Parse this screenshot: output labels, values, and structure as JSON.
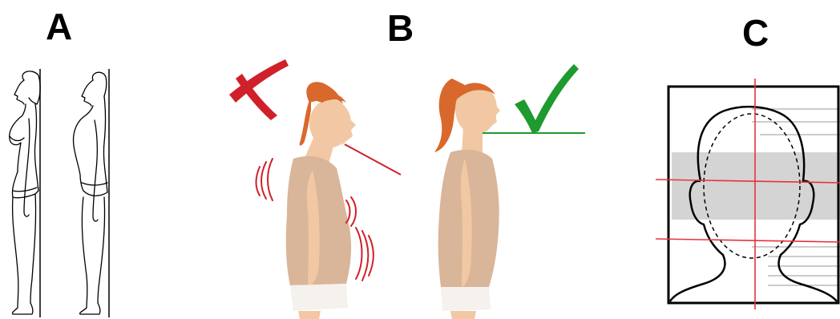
{
  "panels": [
    {
      "label": "A"
    },
    {
      "label": "B"
    },
    {
      "label": "C"
    }
  ],
  "colors": {
    "bad_marker": "#d0202a",
    "good_marker": "#1f9a2e",
    "skin": "#f1c8a3",
    "top": "#d9b59a",
    "hair": "#d9682c",
    "guide_red": "#e8323c",
    "band_gray": "#d4d4d4"
  },
  "icons": {
    "bad": "cross-mark-icon",
    "good": "check-mark-icon"
  }
}
